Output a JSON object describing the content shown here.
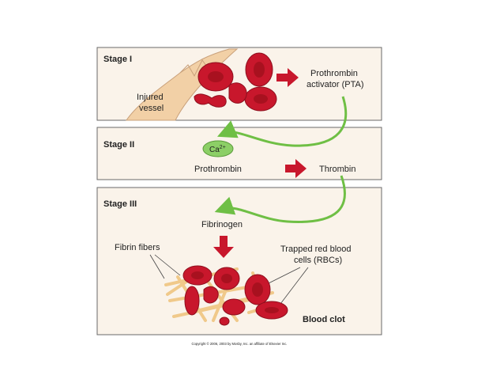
{
  "stage1": {
    "title": "Stage I",
    "vessel_line1": "Injured",
    "vessel_line2": "vessel",
    "product_line1": "Prothrombin",
    "product_line2": "activator (PTA)"
  },
  "stage2": {
    "title": "Stage II",
    "ion_base": "Ca",
    "ion_charge": "2+",
    "substrate": "Prothrombin",
    "product": "Thrombin"
  },
  "stage3": {
    "title": "Stage III",
    "substrate": "Fibrinogen",
    "fibrin_label": "Fibrin fibers",
    "rbc_line1": "Trapped red blood",
    "rbc_line2": "cells (RBCs)",
    "result": "Blood clot"
  },
  "copyright": "Copyright © 2006, 2003 by Mosby, Inc. an affiliate of Elsevier Inc.",
  "colors": {
    "panel_fill": "#faf3ea",
    "panel_stroke": "#6a6a6a",
    "rbc": "#c8172c",
    "rbc_dark": "#8e0f1e",
    "arrow_red": "#c8172c",
    "arrow_green": "#6fbf45",
    "ca_fill": "#8ccf66",
    "fiber": "#f0c98a",
    "vessel": "#f2d0a6"
  }
}
